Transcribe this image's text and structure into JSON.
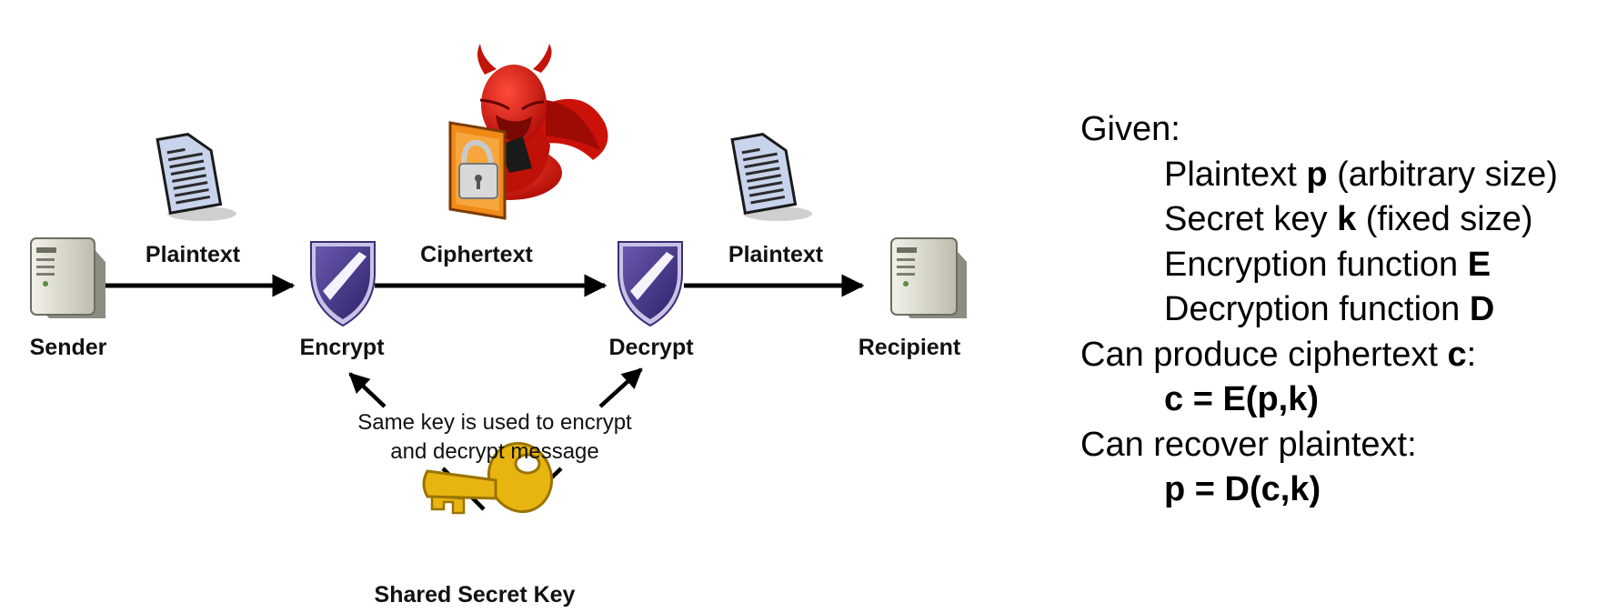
{
  "diagram": {
    "nodes": {
      "sender": "Sender",
      "encrypt": "Encrypt",
      "decrypt": "Decrypt",
      "recipient": "Recipient"
    },
    "edges": {
      "plaintext_left": "Plaintext",
      "ciphertext": "Ciphertext",
      "plaintext_right": "Plaintext"
    },
    "key_note": {
      "line1": "Same key is used to encrypt",
      "line2": "and decrypt message"
    },
    "key_label": "Shared Secret Key",
    "colors": {
      "attacker": "#d8180f",
      "shield": "#4c3a8e",
      "key": "#e8b410",
      "lock_paper": "#f08a18"
    }
  },
  "description": {
    "given": "Given:",
    "plaintext": {
      "text": "Plaintext ",
      "var": "p",
      "rest": " (arbitrary size)"
    },
    "key": {
      "text": "Secret key ",
      "var": "k",
      "rest": " (fixed size)"
    },
    "encfn": {
      "text": "Encryption function ",
      "var": "E"
    },
    "decfn": {
      "text": "Decryption function ",
      "var": "D"
    },
    "produce": {
      "text": "Can produce ciphertext ",
      "var": "c",
      "rest": ":"
    },
    "formula1": "c = E(p,k)",
    "recover": "Can recover plaintext:",
    "formula2": "p = D(c,k)"
  }
}
